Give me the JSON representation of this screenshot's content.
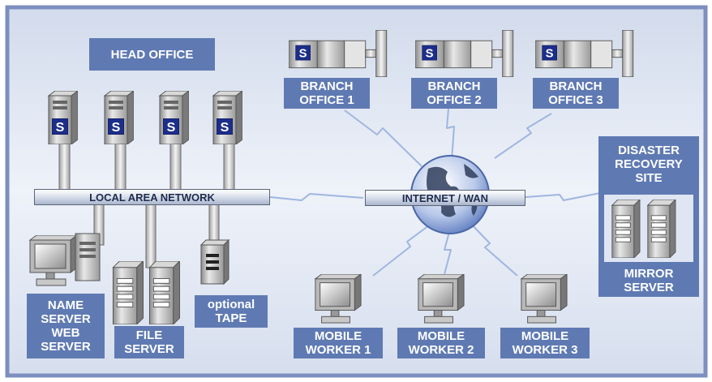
{
  "labels": {
    "head_office": "HEAD OFFICE",
    "lan": "LOCAL AREA NETWORK",
    "wan": "INTERNET / WAN",
    "branch1": "BRANCH\nOFFICE 1",
    "branch2": "BRANCH\nOFFICE 2",
    "branch3": "BRANCH\nOFFICE 3",
    "disaster": "DISASTER\nRECOVERY\nSITE",
    "mirror": "MIRROR\nSERVER",
    "name_server": "NAME\nSERVER\nWEB\nSERVER",
    "file_server": "FILE\nSERVER",
    "tape": "optional\nTAPE",
    "mobile1": "MOBILE\nWORKER 1",
    "mobile2": "MOBILE\nWORKER 2",
    "mobile3": "MOBILE\nWORKER 3"
  },
  "badge_glyph": "S",
  "colors": {
    "background": "#dde3f0",
    "border": "#7d8fc0",
    "label_fill": "#5f7ab3",
    "link": "#9fb6e0"
  }
}
